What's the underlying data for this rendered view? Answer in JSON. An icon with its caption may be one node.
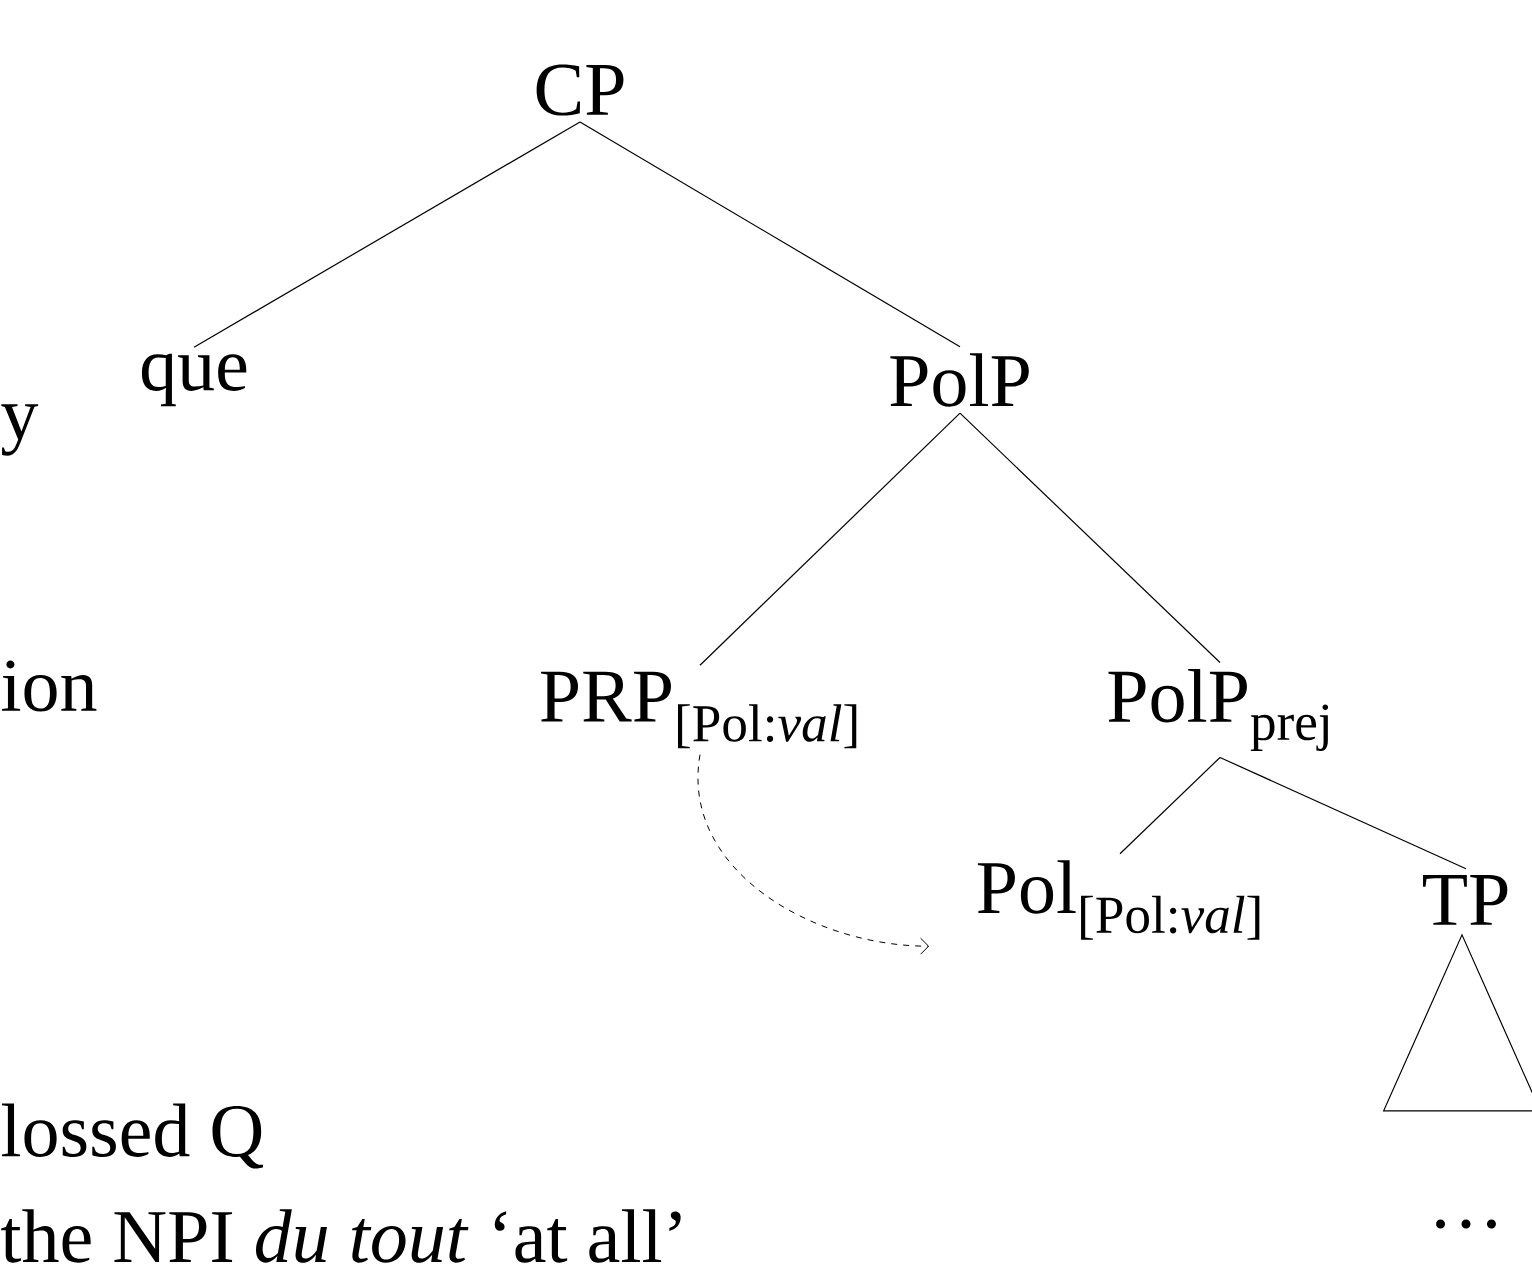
{
  "diagram": {
    "nodes": [
      {
        "text": [
          "CP"
        ]
      },
      {
        "text": [
          "que"
        ]
      },
      {
        "text": [
          "PolP"
        ]
      },
      {
        "text": [
          "\\text{PRP}_{\\text{[Pol:}\\textit{val}\\text{]}}"
        ]
      },
      {
        "text": [
          "PolP$_{prej}$"
        ]
      },
      {
        "text": [
          "\\text{Pol}_{\\text{[Pol:}\\textit{val}\\text{]}}"
        ]
      },
      {
        "text": [
          "TP"
        ]
      },
      {
        "text": [],
        "shape": "triangle"
      }
    ],
    "edges": [
      {
        "from": 0,
        "to": 1,
        "arrow": "none"
      },
      {
        "from": 0,
        "to": 2,
        "arrow": "none"
      },
      {
        "from": 2,
        "to": 3,
        "arrow": "none"
      },
      {
        "from": 2,
        "to": 4,
        "arrow": "none"
      },
      {
        "from": 4,
        "to": 5,
        "arrow": "none"
      },
      {
        "from": 4,
        "to": 6,
        "arrow": "none"
      },
      {
        "from": 3,
        "to": 5,
        "arrow": "to",
        "style": "dashed"
      }
    ],
    "labels": [
      "y",
      "ion",
      "…",
      "lossed Q",
      "the NPI *du tout* ‘at all’"
    ]
  }
}
